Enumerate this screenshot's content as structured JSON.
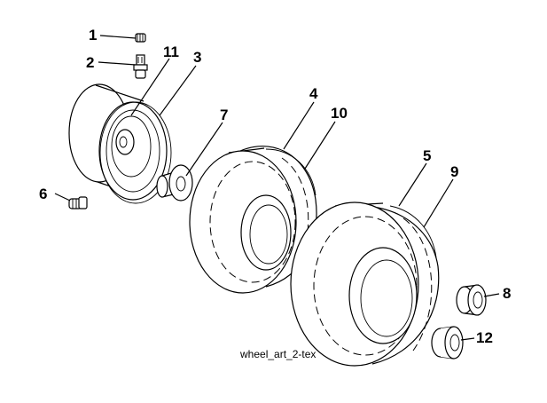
{
  "callouts": {
    "c1": "1",
    "c2": "2",
    "c3": "3",
    "c4": "4",
    "c5": "5",
    "c6": "6",
    "c7": "7",
    "c8": "8",
    "c9": "9",
    "c10": "10",
    "c11": "11",
    "c12": "12"
  },
  "caption": "wheel_art_2-tex"
}
